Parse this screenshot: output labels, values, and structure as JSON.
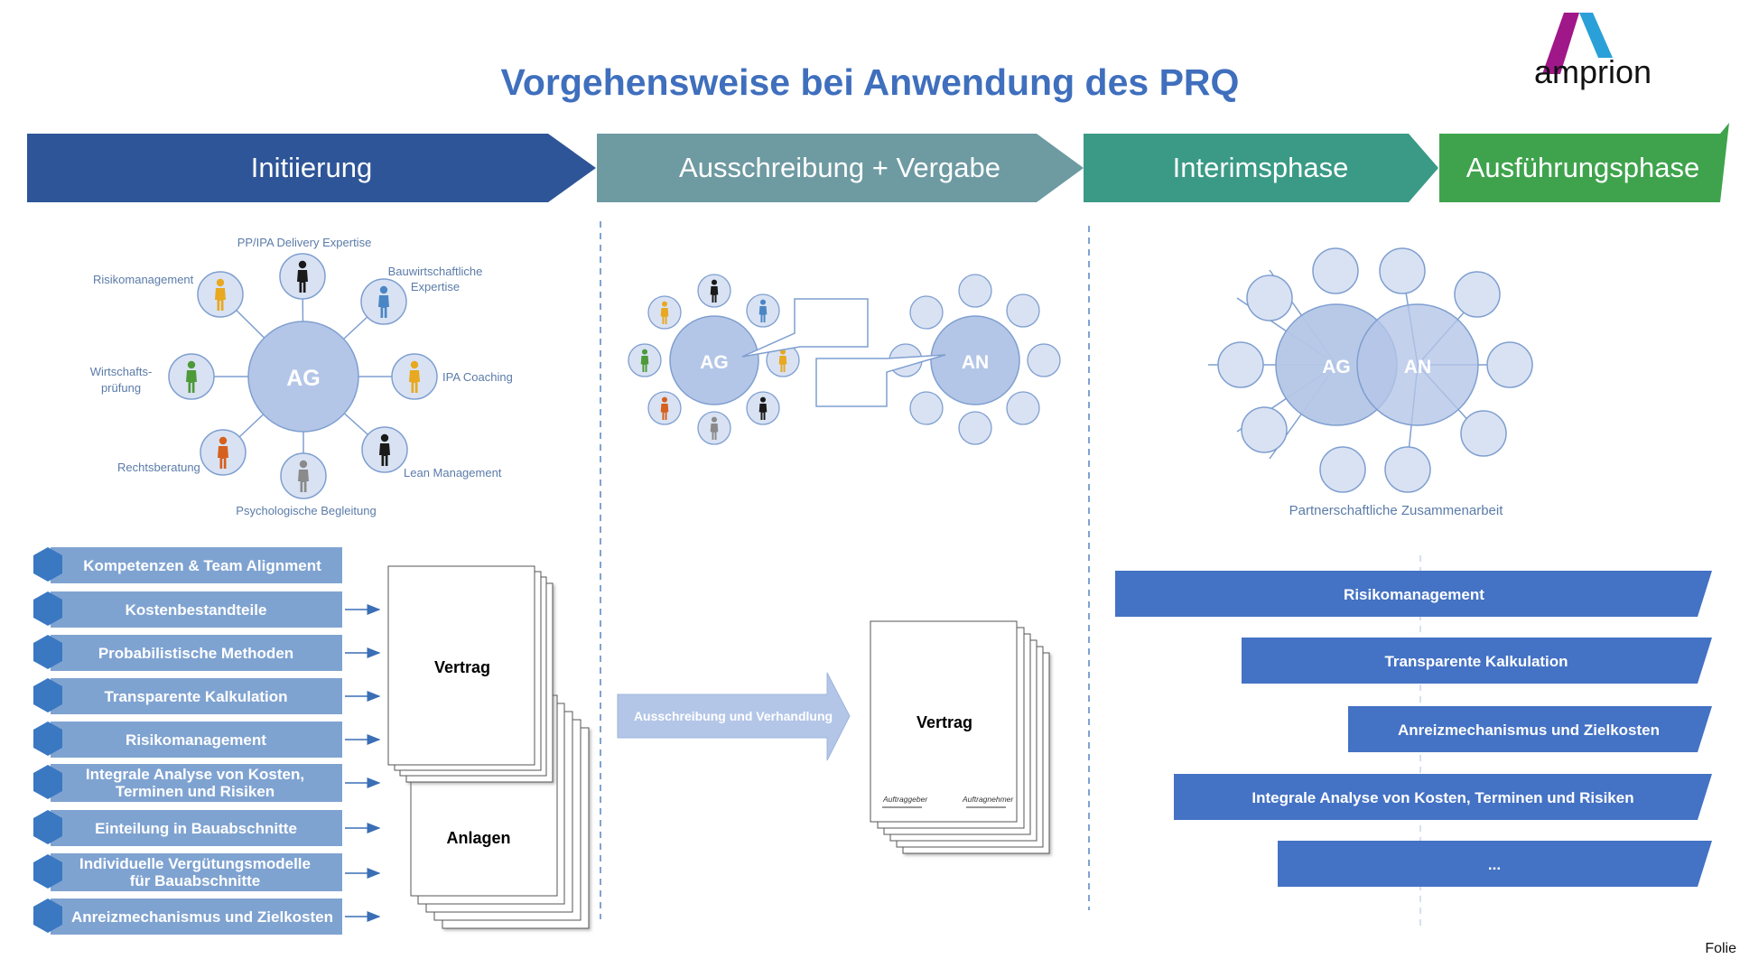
{
  "title": "Vorgehensweise bei Anwendung des PRQ",
  "logo": {
    "text": "amprion",
    "colors": [
      "#A0178A",
      "#2AA0D8"
    ]
  },
  "footer": "Folie",
  "colors": {
    "phase1": "#2E5597",
    "phase2": "#6E9AA2",
    "phase3": "#3A9A85",
    "phase4": "#3FA34D",
    "circle_fill": "#B4C6E7",
    "circle_stroke": "#7F9FD0",
    "label_text": "#5B7BA8",
    "feature_box": "#7FA3D1",
    "feature_icon": "#3A78C2",
    "bar": "#4472C4"
  },
  "phases": [
    {
      "label": "Initiierung"
    },
    {
      "label": "Ausschreibung + Vergabe"
    },
    {
      "label": "Interimsphase"
    },
    {
      "label": "Ausführungsphase"
    }
  ],
  "initiierung": {
    "center": "AG",
    "satellites": [
      {
        "label": "PP/IPA Delivery Expertise",
        "person_color": "#1a1a1a"
      },
      {
        "label": "Bauwirtschaftliche Expertise",
        "person_color": "#4A86C5"
      },
      {
        "label": "IPA Coaching",
        "person_color": "#E8A820"
      },
      {
        "label": "Lean Management",
        "person_color": "#1a1a1a"
      },
      {
        "label": "Psychologische Begleitung",
        "person_color": "#8A8A8A"
      },
      {
        "label": "Rechtsberatung",
        "person_color": "#D6601E"
      },
      {
        "label": "Wirtschafts-prüfung",
        "person_color": "#4E9A3A"
      },
      {
        "label": "Risikomanagement",
        "person_color": "#E8A820"
      }
    ],
    "features": [
      {
        "label": "Kompetenzen & Team Alignment",
        "icon": "team-icon",
        "arrow": false
      },
      {
        "label": "Kostenbestandteile",
        "icon": "blocks-icon",
        "arrow": true
      },
      {
        "label": "Probabilistische Methoden",
        "icon": "histogram-icon",
        "arrow": true
      },
      {
        "label": "Transparente Kalkulation",
        "icon": "calculation-icon",
        "arrow": true
      },
      {
        "label": "Risikomanagement",
        "icon": "risk-network-icon",
        "arrow": true
      },
      {
        "label": "Integrale Analyse von Kosten, Terminen und Risiken",
        "icon": "analysis-icon",
        "arrow": true
      },
      {
        "label": "Einteilung in Bauabschnitte",
        "icon": "gantt-icon",
        "arrow": true
      },
      {
        "label": "Individuelle Vergütungsmodelle für Bauabschnitte",
        "icon": "compensation-icon",
        "arrow": true
      },
      {
        "label": "Anreizmechanismus und Zielkosten",
        "icon": "target-icon",
        "arrow": true
      }
    ],
    "doc_contract": "Vertrag",
    "doc_attachments": "Anlagen"
  },
  "ausschreibung": {
    "left_center": "AG",
    "right_center": "AN",
    "left_person_colors": [
      "#1a1a1a",
      "#4A86C5",
      "#E8A820",
      "#1a1a1a",
      "#8A8A8A",
      "#D6601E",
      "#4E9A3A",
      "#E8A820"
    ],
    "arrow_label": "Ausschreibung und Verhandlung",
    "contract_title": "Vertrag",
    "signature_left": "Auftraggeber",
    "signature_right": "Auftragnehmer"
  },
  "interim": {
    "left_center": "AG",
    "right_center": "AN",
    "caption": "Partnerschaftliche Zusammenarbeit"
  },
  "ausfuehrung_bars": [
    {
      "label": "Risikomanagement"
    },
    {
      "label": "Transparente Kalkulation"
    },
    {
      "label": "Anreizmechanismus und Zielkosten"
    },
    {
      "label": "Integrale Analyse von Kosten, Terminen und Risiken"
    },
    {
      "label": "..."
    }
  ]
}
